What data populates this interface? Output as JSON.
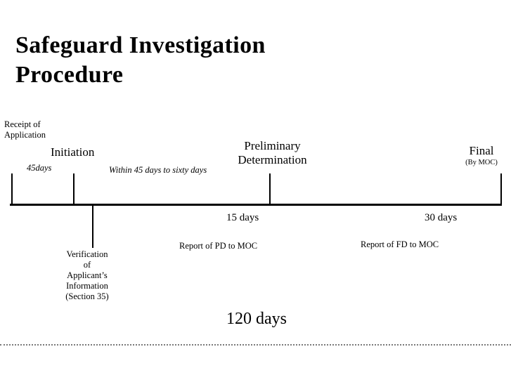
{
  "title": "Safeguard Investigation Procedure",
  "timeline": {
    "milestones": [
      {
        "id": "receipt-of-application",
        "label": "Receipt of\nApplication"
      },
      {
        "id": "initiation",
        "label": "Initiation"
      },
      {
        "id": "preliminary-determination",
        "label": "Preliminary\nDetermination"
      },
      {
        "id": "final",
        "label": "Final"
      }
    ],
    "final_note": "(By MOC)",
    "durations": {
      "first": "45days",
      "within": "Within 45 days  to sixty days",
      "pd_to_moc": "15 days",
      "fd_to_moc": "30 days",
      "total": "120 days"
    },
    "notes": [
      {
        "id": "report-pd",
        "label": "Report of PD to MOC"
      },
      {
        "id": "report-fd",
        "label": "Report of FD to MOC"
      }
    ],
    "verification": "Verification\nof\nApplicant’s\nInformation\n(Section 35)"
  }
}
